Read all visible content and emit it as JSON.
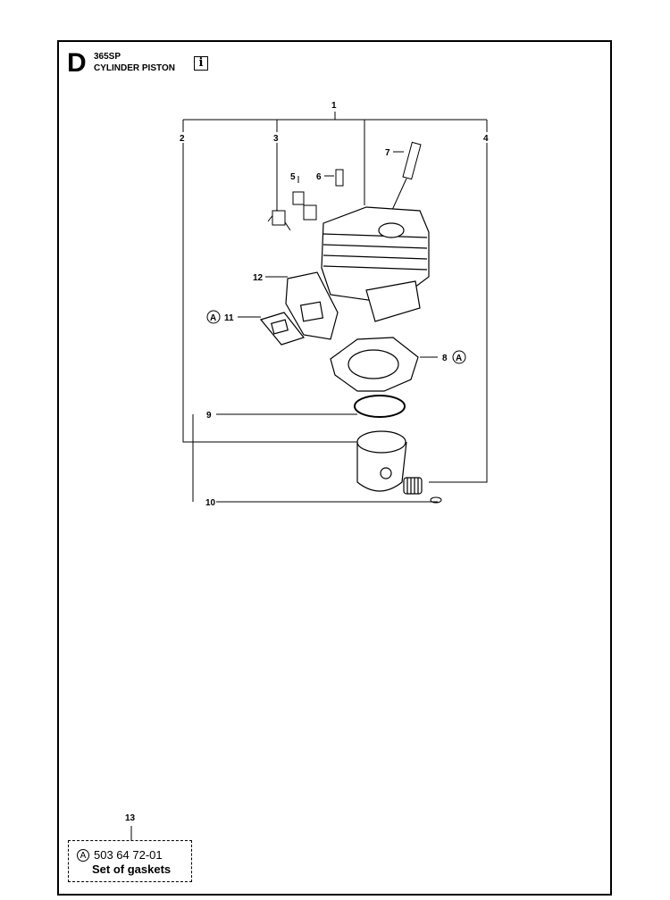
{
  "header": {
    "section_letter": "D",
    "model": "365SP",
    "subtitle": "CYLINDER PISTON",
    "book_icon_glyph": "i",
    "book_icon": "info-book-icon"
  },
  "callouts": {
    "c1": "1",
    "c2": "2",
    "c3": "3",
    "c4": "4",
    "c5": "5",
    "c6": "6",
    "c7": "7",
    "c8": "8",
    "c9": "9",
    "c10": "10",
    "c11": "11",
    "c12": "12"
  },
  "markers": {
    "a_mark": "A"
  },
  "kit": {
    "number": "13",
    "marker": "A",
    "part_number": "503 64 72-01",
    "description": "Set of gaskets"
  }
}
